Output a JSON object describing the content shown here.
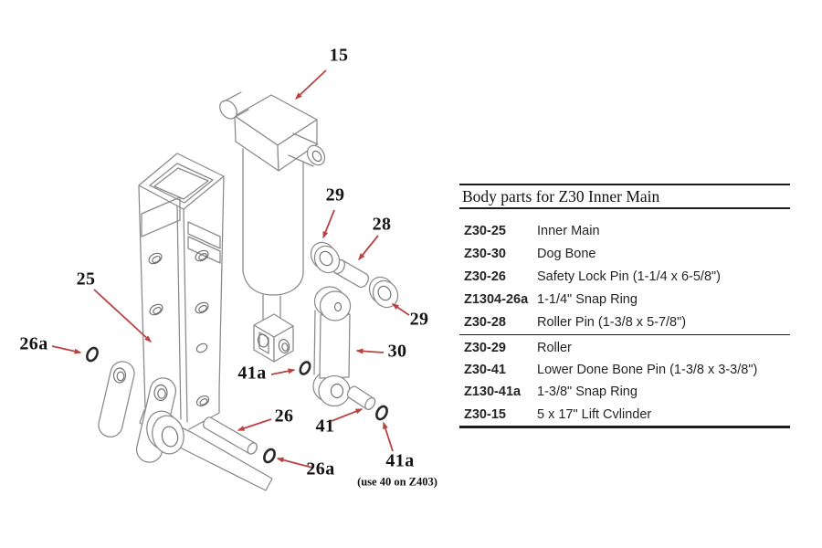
{
  "page": {
    "background": "#ffffff"
  },
  "diagram": {
    "callouts": [
      {
        "id": "15",
        "label": "15"
      },
      {
        "id": "29-top",
        "label": "29"
      },
      {
        "id": "28",
        "label": "28"
      },
      {
        "id": "29-right",
        "label": "29"
      },
      {
        "id": "25",
        "label": "25"
      },
      {
        "id": "26a-left",
        "label": "26a"
      },
      {
        "id": "41a-upper",
        "label": "41a"
      },
      {
        "id": "30",
        "label": "30"
      },
      {
        "id": "26",
        "label": "26"
      },
      {
        "id": "41",
        "label": "41"
      },
      {
        "id": "41a-lower",
        "label": "41a"
      },
      {
        "id": "26a-lower",
        "label": "26a"
      }
    ],
    "note": "(use 40 on Z403)",
    "colors": {
      "leader_arrow": "#b94340",
      "line_art": "#898989",
      "snap_ring": "#2a2a2a",
      "label_text": "#131313"
    }
  },
  "table": {
    "title": "Body parts for Z30 Inner Main",
    "rows": [
      {
        "part_number": "Z30-25",
        "description": "Inner Main"
      },
      {
        "part_number": "Z30-30",
        "description": "Dog Bone"
      },
      {
        "part_number": "Z30-26",
        "description": "Safety Lock Pin (1-1/4 x 6-5/8\")"
      },
      {
        "part_number": "Z1304-26a",
        "description": "1-1/4\" Snap Ring"
      },
      {
        "part_number": "Z30-28",
        "description": "Roller Pin (1-3/8 x 5-7/8\")"
      },
      {
        "part_number": "Z30-29",
        "description": "Roller"
      },
      {
        "part_number": "Z30-41",
        "description": "Lower Done Bone Pin (1-3/8 x 3-3/8\")"
      },
      {
        "part_number": "Z130-41a",
        "description": "1-3/8\" Snap Ring"
      },
      {
        "part_number": "Z30-15",
        "description": "5 x 17\" Lift Cvlinder"
      }
    ]
  }
}
